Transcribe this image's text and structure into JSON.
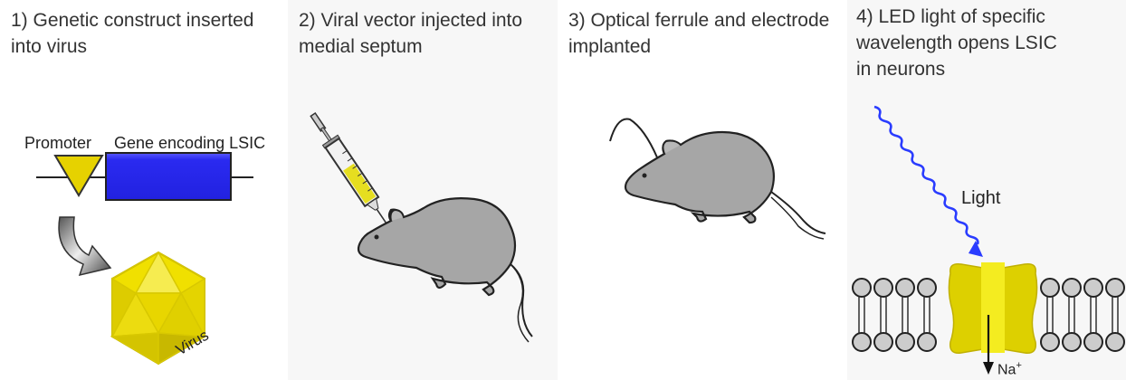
{
  "steps": [
    {
      "title": "1) Genetic construct inserted\ninto virus"
    },
    {
      "title": "2) Viral vector injected into\nmedial septum"
    },
    {
      "title": "3) Optical ferrule and electrode\nimplanted"
    },
    {
      "title": "4) LED light of specific\nwavelength opens LSIC\nin neurons"
    }
  ],
  "construct": {
    "promoter_label": "Promoter",
    "gene_label": "Gene encoding LSIC",
    "virus_label": "Virus"
  },
  "channel": {
    "light_label": "Light",
    "ion_label": "Na",
    "ion_charge": "+"
  },
  "colors": {
    "gene": "#2a2af0",
    "promoter": "#e6d200",
    "virus": "#e8d800",
    "channel": "#ddd000",
    "light": "#2a3cff",
    "mouse": "#a6a6a6"
  },
  "icons": [
    "promoter-triangle-icon",
    "gene-block-icon",
    "curved-arrow-icon",
    "virus-icosahedron-icon",
    "syringe-icon",
    "mouse-icon",
    "electrode-wire-icon",
    "light-wave-icon",
    "ion-channel-icon",
    "membrane-lipid-icon",
    "ion-flow-arrow-icon"
  ]
}
